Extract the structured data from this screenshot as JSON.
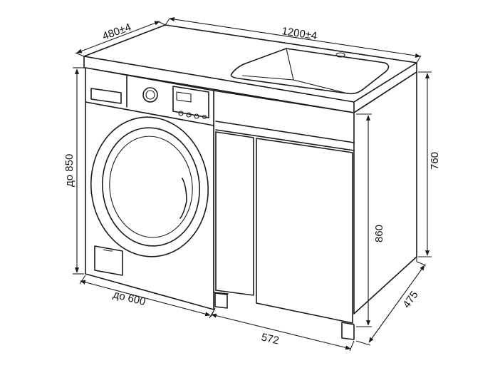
{
  "dimensions": {
    "countertop_depth": "480±4",
    "countertop_width": "1200±4",
    "total_height": "760",
    "cabinet_height": "860",
    "cabinet_depth": "475",
    "cabinet_width": "572",
    "machine_width": "до 600",
    "machine_height": "до 850"
  },
  "colors": {
    "line": "#1a1a1a",
    "background": "#ffffff"
  }
}
